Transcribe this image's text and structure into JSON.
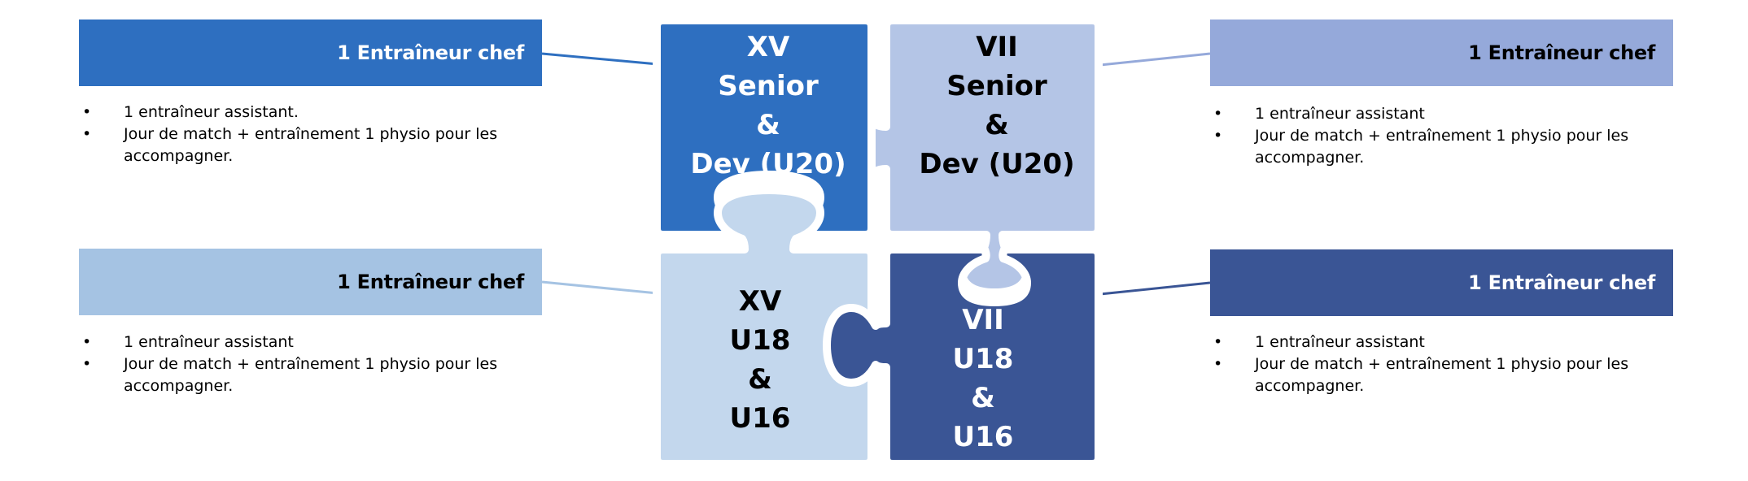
{
  "colors": {
    "tl": "#2e6fc0",
    "tr": "#b4c5e6",
    "bl": "#c3d7ed",
    "br": "#3a5595",
    "banner_tl": "#2e6fc0",
    "banner_tr": "#95a9da",
    "banner_bl": "#a5c3e3",
    "banner_br": "#3a5595"
  },
  "pieces": {
    "top_left": {
      "lines": [
        "XV",
        "Senior",
        "&",
        "Dev (U20)"
      ],
      "text_color": "#ffffff"
    },
    "top_right": {
      "lines": [
        "VII",
        "Senior",
        "&",
        "Dev (U20)"
      ],
      "text_color": "#000000"
    },
    "bottom_left": {
      "lines": [
        "XV",
        "U18",
        "&",
        "U16"
      ],
      "text_color": "#000000"
    },
    "bottom_right": {
      "lines": [
        "VII",
        "U18",
        "&",
        "U16"
      ],
      "text_color": "#ffffff"
    }
  },
  "panels": {
    "top_left": {
      "title": "1 Entraîneur chef",
      "bullets": [
        "1 entraîneur assistant.",
        "Jour de match + entraînement 1 physio pour les accompagner."
      ]
    },
    "top_right": {
      "title": "1 Entraîneur chef",
      "bullets": [
        "1 entraîneur assistant",
        "Jour de match + entraînement 1 physio pour les accompagner."
      ]
    },
    "bottom_left": {
      "title": "1 Entraîneur chef",
      "bullets": [
        "1 entraîneur assistant",
        "Jour de match + entraînement 1 physio pour les accompagner."
      ]
    },
    "bottom_right": {
      "title": "1 Entraîneur chef",
      "bullets": [
        "1 entraîneur assistant",
        "Jour de match + entraînement 1 physio pour les accompagner."
      ]
    }
  }
}
